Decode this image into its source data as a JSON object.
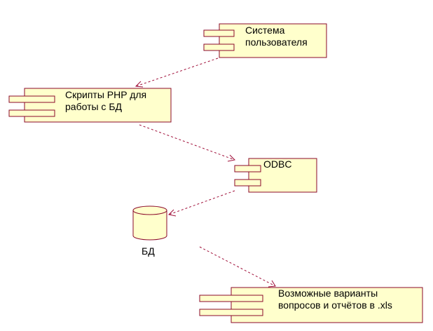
{
  "components": [
    {
      "id": "user-system",
      "label": "Система\nпользователя"
    },
    {
      "id": "php-scripts",
      "label": "Скрипты PHP для\nработы с БД"
    },
    {
      "id": "odbc",
      "label": "ODBC"
    },
    {
      "id": "xls-reports",
      "label": "Возможные варианты\nвопросов и отчётов в .xls"
    }
  ],
  "database": {
    "label": "БД"
  },
  "colors": {
    "component_fill": "#ffffcc",
    "component_border": "#8b0a2a",
    "dependency_line": "#a0103a"
  }
}
